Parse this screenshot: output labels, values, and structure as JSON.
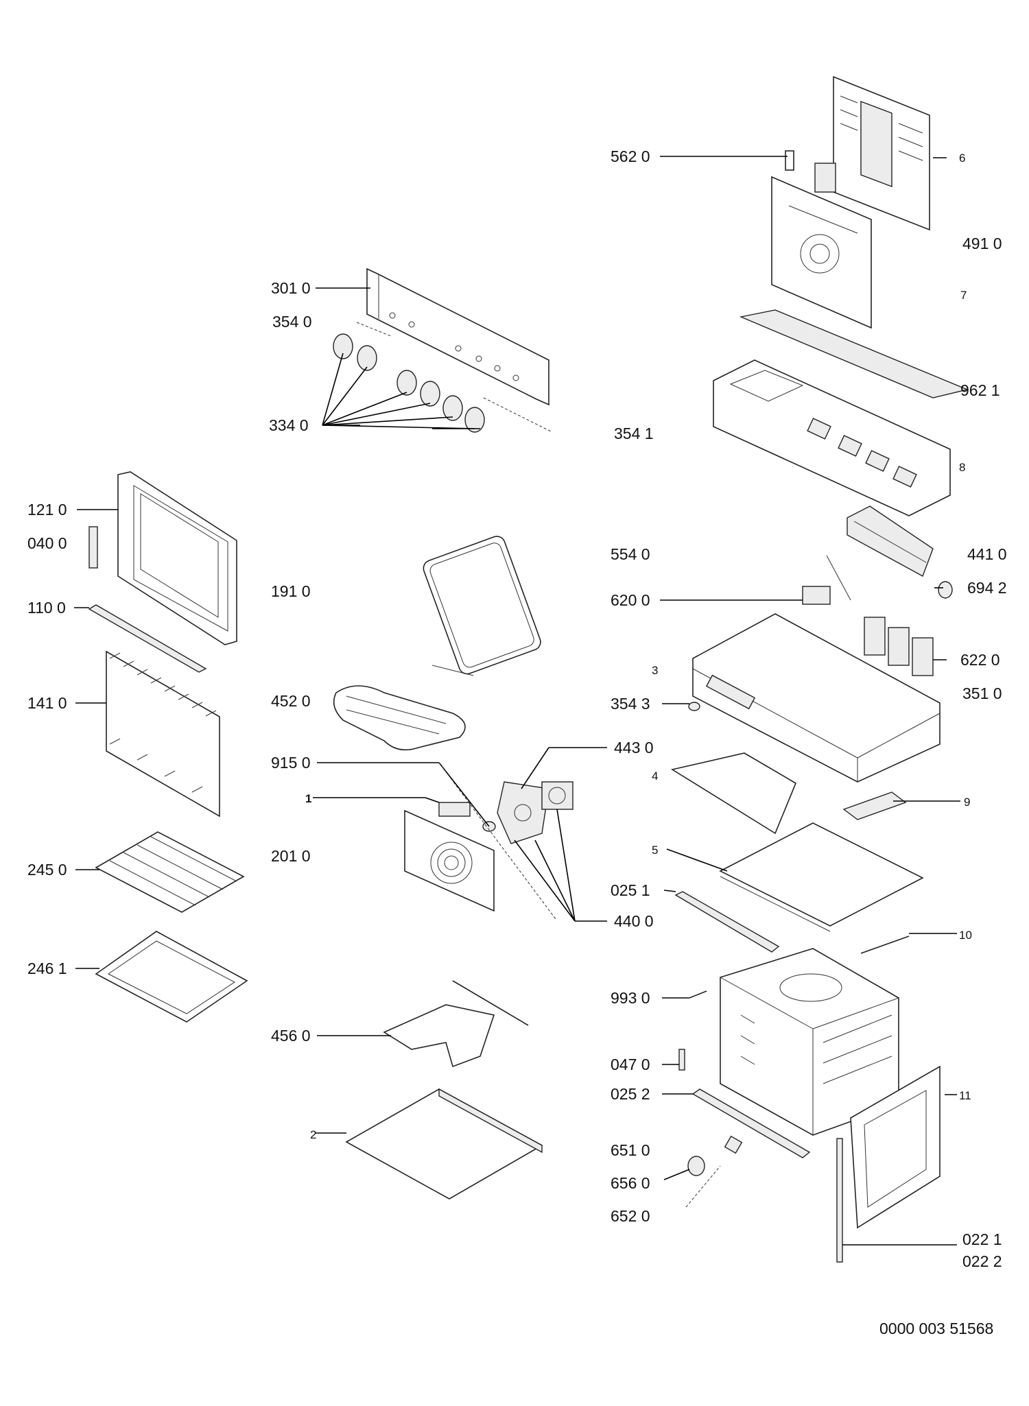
{
  "labels": {
    "l5620": "562 0",
    "l6": "6",
    "l4910": "491 0",
    "l7": "7",
    "l9621": "962 1",
    "l3541": "354 1",
    "l8": "8",
    "l3010": "301 0",
    "l3540": "354 0",
    "l3340": "334 0",
    "l1210": "121 0",
    "l0400": "040 0",
    "l1100": "110 0",
    "l1410": "141 0",
    "l1910": "191 0",
    "l4520": "452 0",
    "l9150": "915 0",
    "l1": "1",
    "l2010": "201 0",
    "l4430": "443 0",
    "l4400": "440 0",
    "l2450": "245 0",
    "l2461": "246 1",
    "l4560": "456 0",
    "l2": "2",
    "l5540": "554 0",
    "l6200": "620 0",
    "l4410": "441 0",
    "l6942": "694 2",
    "l3": "3",
    "l6220": "622 0",
    "l3543": "354 3",
    "l3510": "351 0",
    "l4": "4",
    "l9": "9",
    "l5": "5",
    "l0251": "025 1",
    "l10": "10",
    "l9930": "993 0",
    "l0470": "047 0",
    "l0252": "025 2",
    "l11": "11",
    "l6510": "651 0",
    "l6560": "656 0",
    "l6520": "652 0",
    "l0221": "022 1",
    "l0222": "022 2"
  },
  "doc_number": "0000 003 51568"
}
